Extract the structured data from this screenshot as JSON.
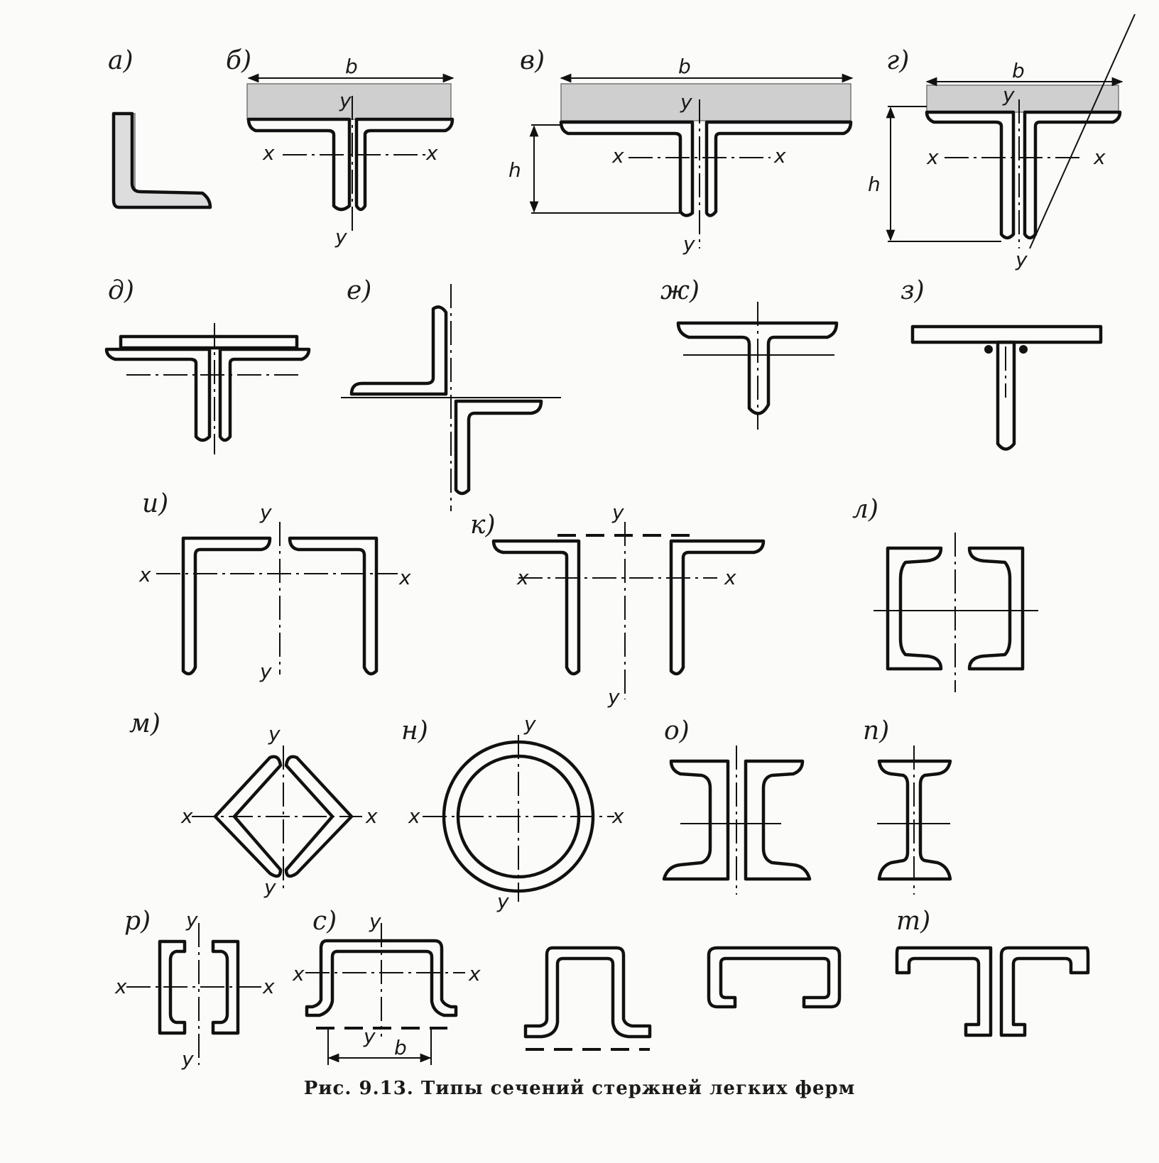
{
  "labels": {
    "a": "а)",
    "b": "б)",
    "v": "в)",
    "g": "г)",
    "d": "д)",
    "e": "е)",
    "zh": "ж)",
    "z": "з)",
    "i": "и)",
    "k": "к)",
    "l": "л)",
    "m": "м)",
    "n": "н)",
    "o": "о)",
    "p": "п)",
    "r": "р)",
    "s": "с)",
    "t": "т)"
  },
  "axes": {
    "x": "x",
    "y": "y",
    "b": "b",
    "h": "h"
  },
  "caption": "Рис. 9.13. Типы сечений стержней легких ферм"
}
